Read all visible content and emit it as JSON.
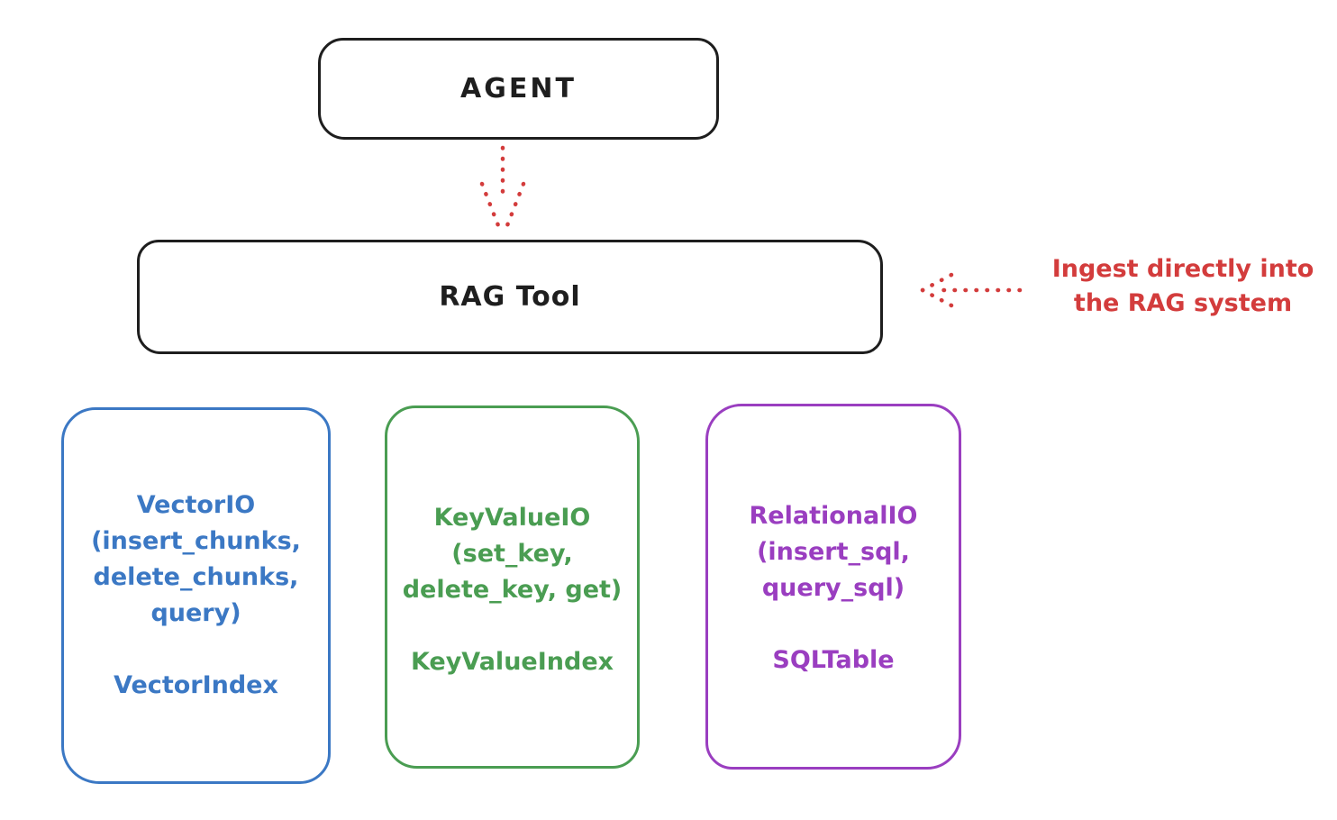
{
  "colors": {
    "ink_black": "#1e1e1e",
    "accent_red": "#d33c3c",
    "vector_blue": "#3b78c4",
    "keyvalue_green": "#4a9d52",
    "relational_purple": "#9a3ec0",
    "background": "#ffffff"
  },
  "nodes": {
    "agent": {
      "label": "AGENT"
    },
    "rag_tool": {
      "label": "RAG Tool"
    },
    "vector_io": {
      "lines": [
        "VectorIO",
        "(insert_chunks,",
        "delete_chunks,",
        "query)"
      ],
      "index_label": "VectorIndex",
      "color": "#3b78c4"
    },
    "keyvalue_io": {
      "lines": [
        "KeyValueIO",
        "(set_key,",
        "delete_key, get)"
      ],
      "index_label": "KeyValueIndex",
      "color": "#4a9d52"
    },
    "relational_io": {
      "lines": [
        "RelationalIO",
        "(insert_sql,",
        "query_sql)"
      ],
      "index_label": "SQLTable",
      "color": "#9a3ec0"
    }
  },
  "annotation": {
    "lines": [
      "Ingest directly into",
      "the RAG system"
    ],
    "color": "#d33c3c"
  },
  "arrows": [
    {
      "name": "agent-to-rag-tool",
      "style": "dotted",
      "color": "#d33c3c",
      "direction": "down"
    },
    {
      "name": "annotation-to-rag-tool",
      "style": "dotted",
      "color": "#d33c3c",
      "direction": "left"
    }
  ]
}
